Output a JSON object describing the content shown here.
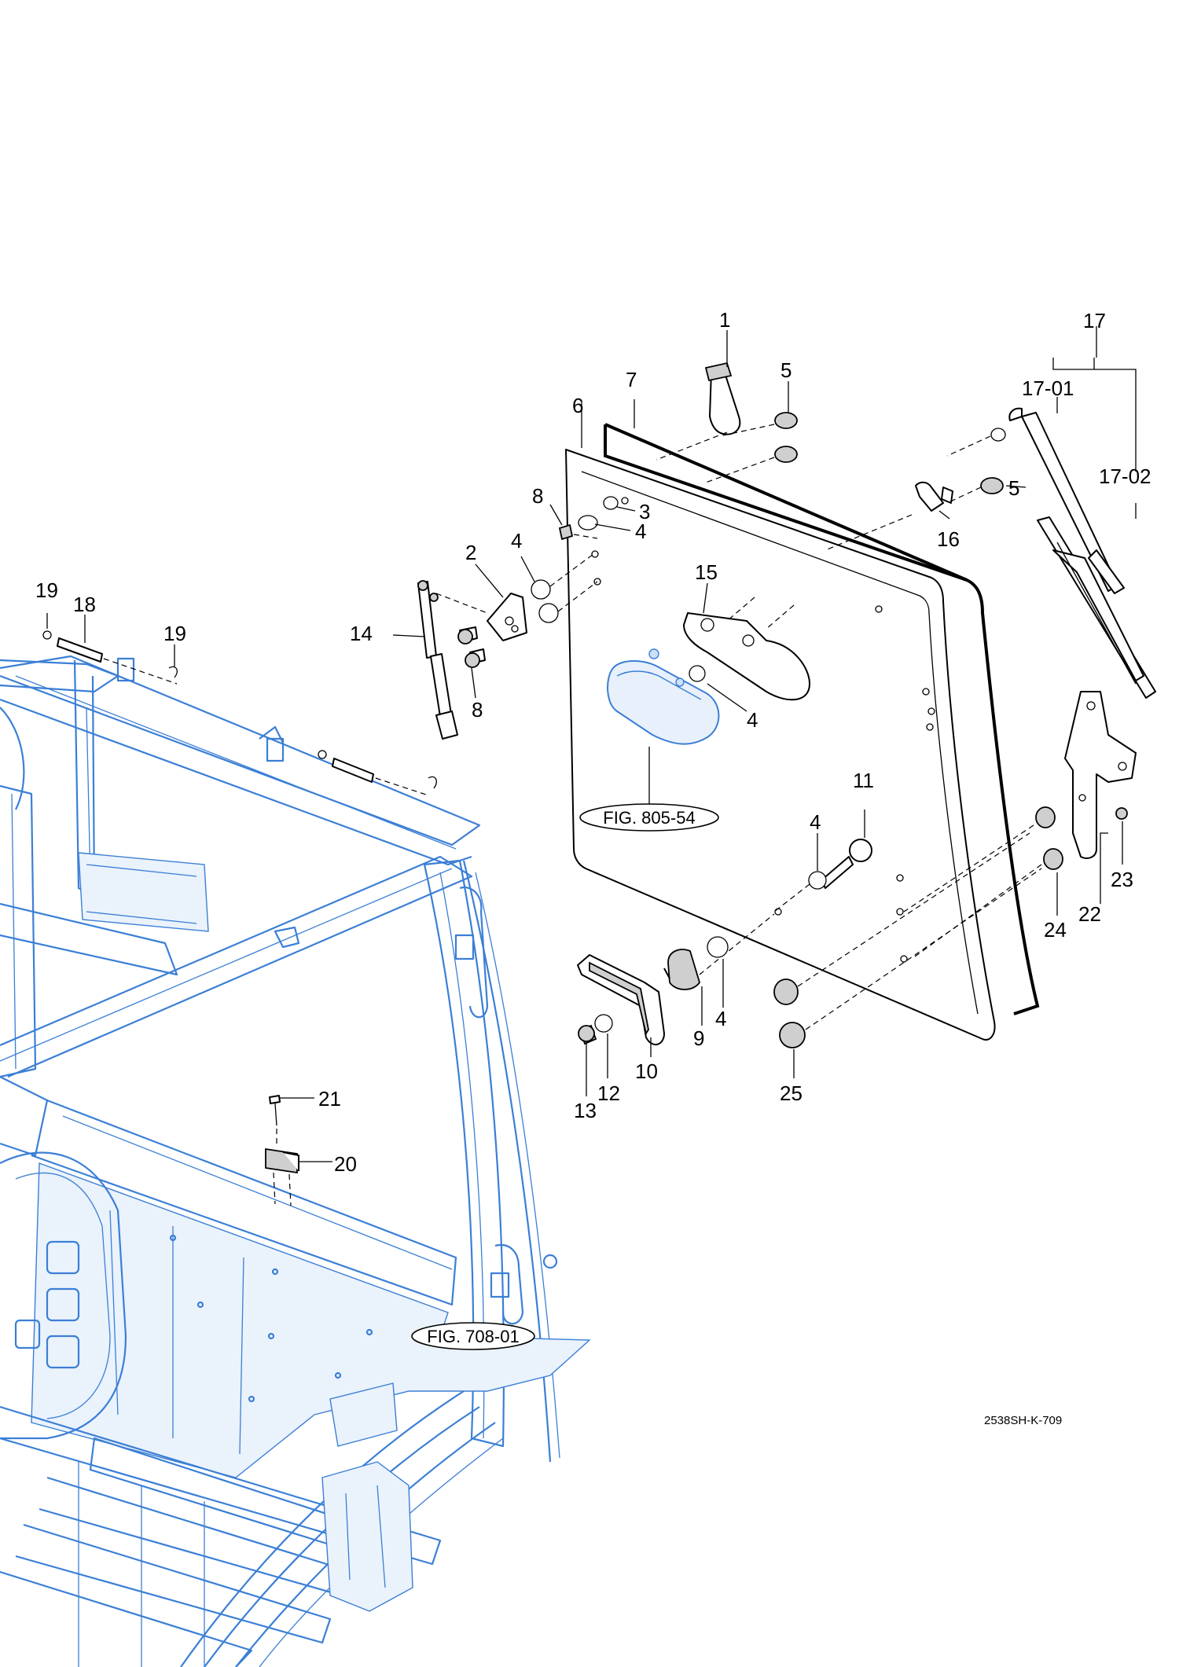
{
  "callouts": [
    {
      "id": "c1",
      "text": "1"
    },
    {
      "id": "c2",
      "text": "2"
    },
    {
      "id": "c3",
      "text": "3"
    },
    {
      "id": "c4a",
      "text": "4"
    },
    {
      "id": "c4b",
      "text": "4"
    },
    {
      "id": "c4c",
      "text": "4"
    },
    {
      "id": "c4d",
      "text": "4"
    },
    {
      "id": "c4e",
      "text": "4"
    },
    {
      "id": "c5a",
      "text": "5"
    },
    {
      "id": "c5b",
      "text": "5"
    },
    {
      "id": "c6",
      "text": "6"
    },
    {
      "id": "c7",
      "text": "7"
    },
    {
      "id": "c8a",
      "text": "8"
    },
    {
      "id": "c8b",
      "text": "8"
    },
    {
      "id": "c9",
      "text": "9"
    },
    {
      "id": "c10",
      "text": "10"
    },
    {
      "id": "c11",
      "text": "11"
    },
    {
      "id": "c12",
      "text": "12"
    },
    {
      "id": "c13",
      "text": "13"
    },
    {
      "id": "c14",
      "text": "14"
    },
    {
      "id": "c15",
      "text": "15"
    },
    {
      "id": "c16",
      "text": "16"
    },
    {
      "id": "c17",
      "text": "17"
    },
    {
      "id": "c1701",
      "text": "17-01"
    },
    {
      "id": "c1702",
      "text": "17-02"
    },
    {
      "id": "c18",
      "text": "18"
    },
    {
      "id": "c19a",
      "text": "19"
    },
    {
      "id": "c19b",
      "text": "19"
    },
    {
      "id": "c20",
      "text": "20"
    },
    {
      "id": "c21",
      "text": "21"
    },
    {
      "id": "c22",
      "text": "22"
    },
    {
      "id": "c23",
      "text": "23"
    },
    {
      "id": "c24",
      "text": "24"
    },
    {
      "id": "c25",
      "text": "25"
    }
  ],
  "figure_refs": [
    {
      "id": "f1",
      "text": "FIG. 805-54"
    },
    {
      "id": "f2",
      "text": "FIG. 708-01"
    }
  ],
  "drawing_number": "2538SH-K-709",
  "colors": {
    "frame": "#3b7fd6",
    "parts": "#000000"
  }
}
